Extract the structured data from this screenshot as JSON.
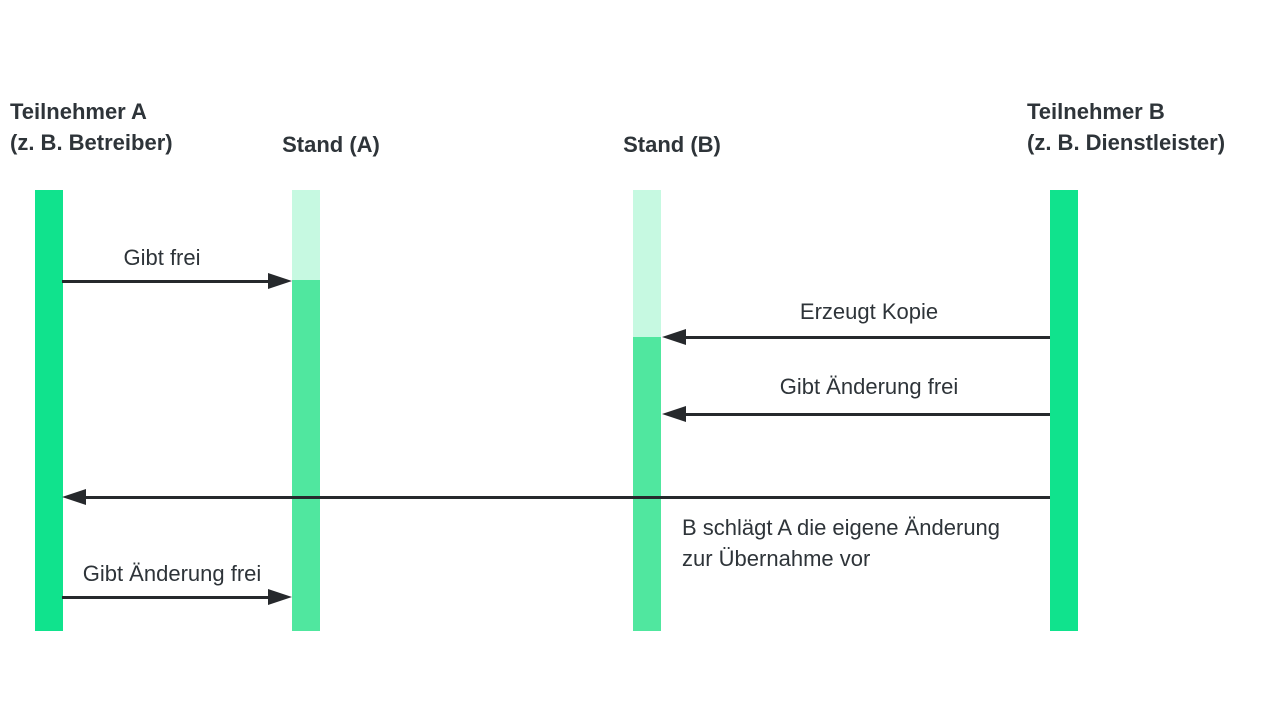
{
  "diagram_type": "sequence-diagram",
  "language": "de",
  "participants": {
    "a": {
      "title": "Teilnehmer A",
      "subtitle": "(z. B. Betreiber)"
    },
    "stand_a": {
      "title": "Stand (A)"
    },
    "stand_b": {
      "title": "Stand (B)"
    },
    "b": {
      "title": "Teilnehmer B",
      "subtitle": "(z. B. Dienstleister)"
    }
  },
  "messages": {
    "m1": {
      "label": "Gibt frei",
      "from": "Teilnehmer A",
      "to": "Stand (A)",
      "direction": "right"
    },
    "m2": {
      "label": "Erzeugt Kopie",
      "from": "Teilnehmer B",
      "to": "Stand (B)",
      "direction": "left"
    },
    "m3": {
      "label": "Gibt Änderung frei",
      "from": "Teilnehmer B",
      "to": "Stand (B)",
      "direction": "left"
    },
    "m4": {
      "label_line1": "B schlägt A die eigene Änderung",
      "label_line2": "zur Übernahme vor",
      "from": "Teilnehmer B",
      "to": "Teilnehmer A",
      "direction": "left"
    },
    "m5": {
      "label": "Gibt Änderung frei",
      "from": "Teilnehmer A",
      "to": "Stand (A)",
      "direction": "right"
    }
  },
  "colors": {
    "lifeline": "#10e38d",
    "active": "#50e79f",
    "pale": "#c6f9e1",
    "arrow": "#26292c",
    "text": "#2e3439",
    "bg": "#ffffff"
  }
}
